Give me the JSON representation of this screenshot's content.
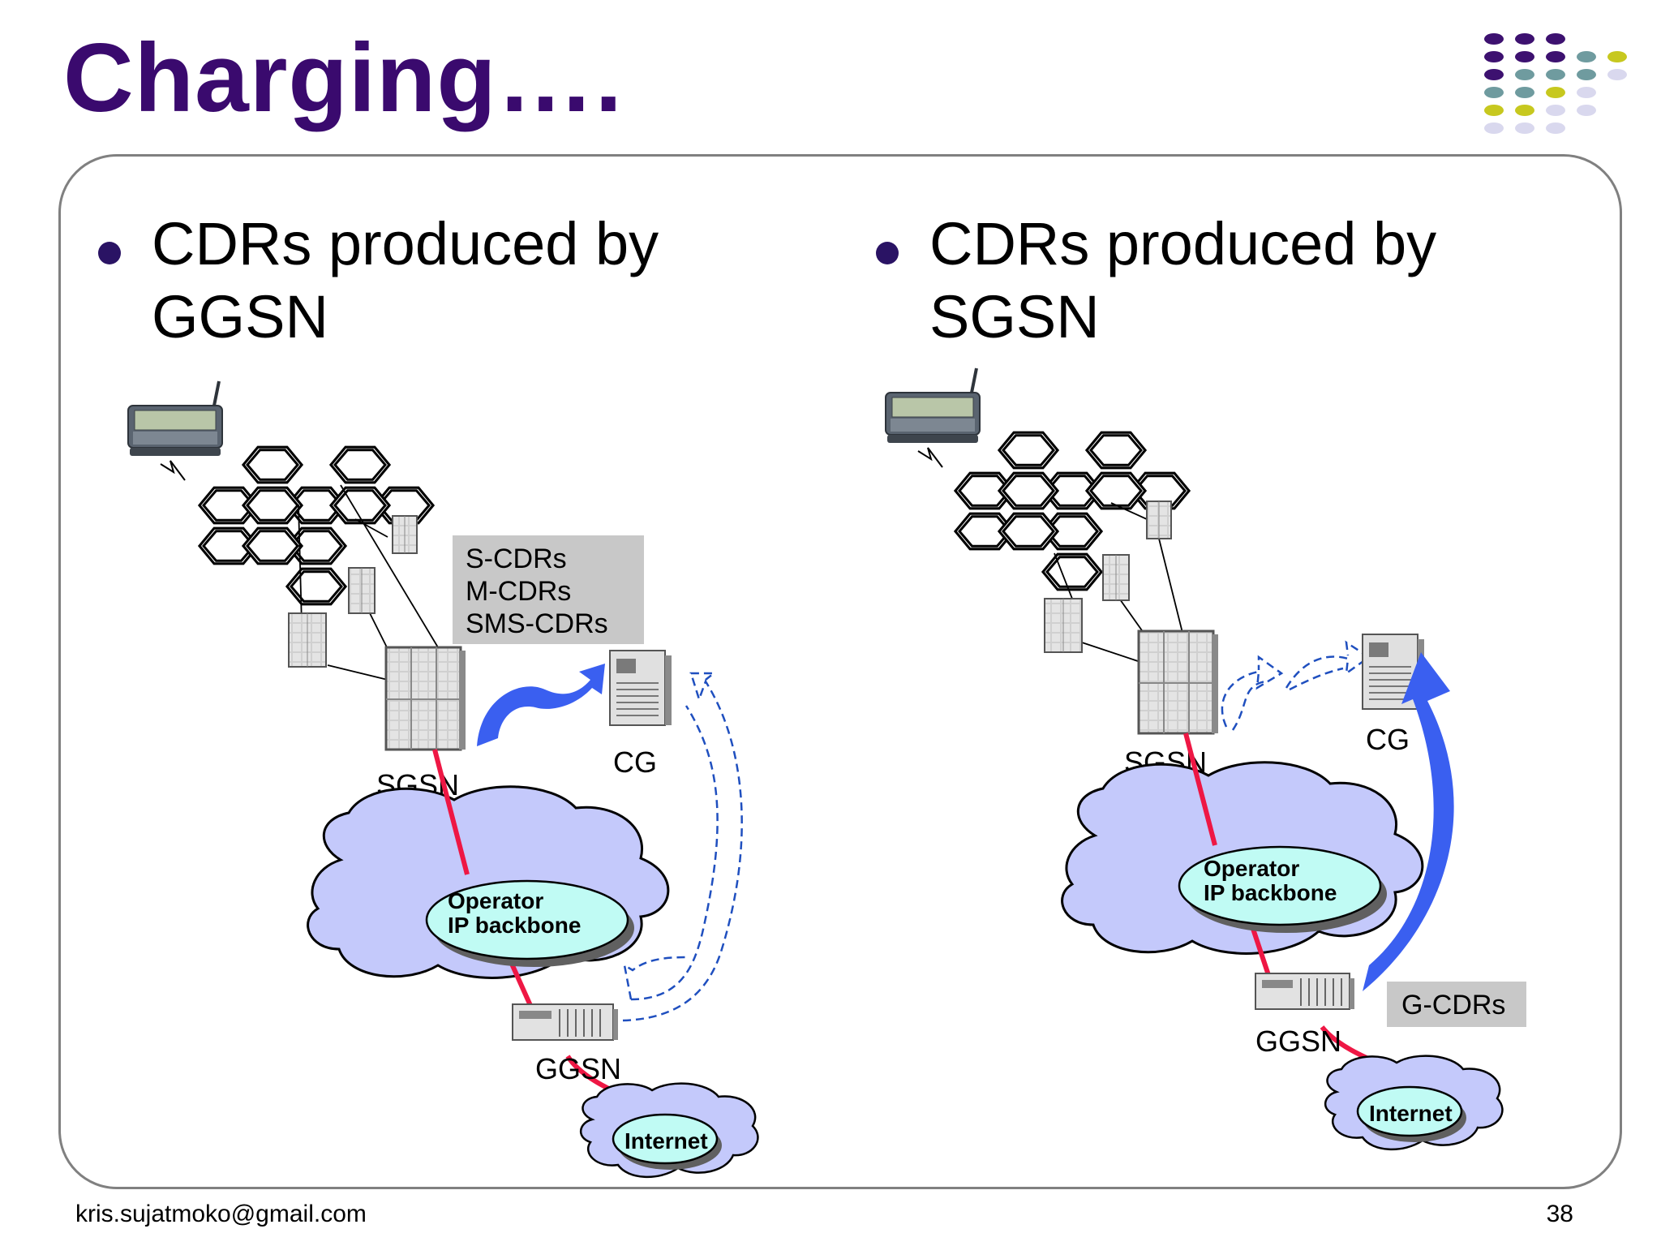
{
  "slide": {
    "title": "Charging….",
    "footer_email": "kris.sujatmoko@gmail.com",
    "page_number": "38"
  },
  "left": {
    "bullet_line1": "CDRs produced by",
    "bullet_line2": "GGSN",
    "cdr_box": [
      "S-CDRs",
      "M-CDRs",
      "SMS-CDRs"
    ],
    "sgsn_label": "SGSN",
    "cg_label": "CG",
    "backbone_line1": "Operator",
    "backbone_line2": "IP backbone",
    "ggsn_label": "GGSN",
    "internet_label": "Internet"
  },
  "right": {
    "bullet_line1": "CDRs produced by",
    "bullet_line2": "SGSN",
    "sgsn_label": "SGSN",
    "cg_label": "CG",
    "backbone_line1": "Operator",
    "backbone_line2": "IP backbone",
    "cdr_box": [
      "G-CDRs"
    ],
    "ggsn_label": "GGSN",
    "internet_label": "Internet"
  },
  "colors": {
    "title": "#3a0a6e",
    "bullet": "#2a1364",
    "cloud_fill": "#c4c9fb",
    "backbone_fill": "#c0fbf4",
    "red_link": "#ee1744",
    "blue_arrow": "#3a5ff0",
    "dashed_arrow": "#1f4fbf",
    "cdr_box_fill": "#c8c8c8"
  }
}
